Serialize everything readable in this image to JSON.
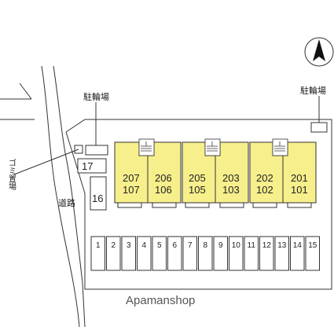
{
  "labels": {
    "bicycle_parking_left": "駐輪場",
    "bicycle_parking_right": "駐輪場",
    "garbage": "ゴミ置場",
    "road": "道路",
    "lot_16": "16",
    "lot_17": "17",
    "watermark": "Apamanshop"
  },
  "units": [
    {
      "upper": "207",
      "lower": "107"
    },
    {
      "upper": "206",
      "lower": "106"
    },
    {
      "upper": "205",
      "lower": "105"
    },
    {
      "upper": "203",
      "lower": "103"
    },
    {
      "upper": "202",
      "lower": "102"
    },
    {
      "upper": "201",
      "lower": "101"
    }
  ],
  "parking_spaces": [
    "1",
    "2",
    "3",
    "4",
    "5",
    "6",
    "7",
    "8",
    "9",
    "10",
    "11",
    "12",
    "13",
    "14",
    "15"
  ],
  "colors": {
    "building": "#f7ef8c",
    "line": "#333333",
    "background": "#ffffff"
  },
  "icons": {
    "compass": "north-arrow-icon",
    "stairs": "stairs-icon"
  }
}
